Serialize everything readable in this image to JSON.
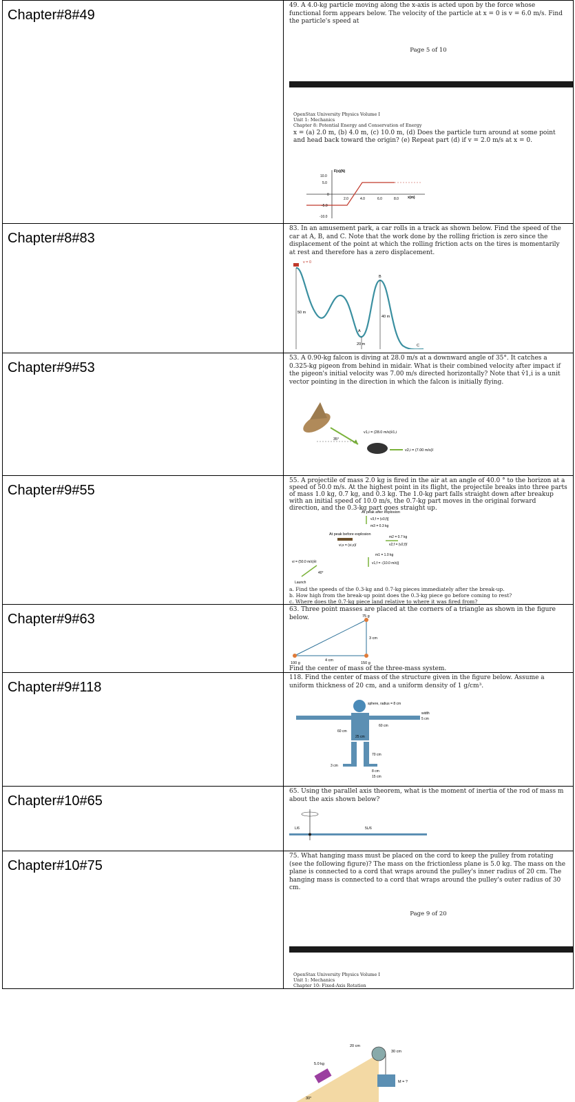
{
  "rows": [
    {
      "label": "Chapter#8#49",
      "text": "49. A 4.0-kg particle moving along the x-axis is acted upon by the force whose functional form appears below. The velocity of the particle at  x = 0  is  v = 6.0 m/s.  Find the particle's speed at",
      "page": "Page 5 of 10",
      "header": [
        "OpenStax University Physics Volume I",
        "Unit 1: Mechanics",
        "Chapter 8: Potential Energy and Conservation of Energy"
      ],
      "text2": "x = (a) 2.0 m, (b) 4.0 m, (c) 10.0 m, (d)   Does the particle turn around at some point and head back toward the origin? (e) Repeat part (d) if  v = 2.0 m/s  at x = 0.",
      "graph": {
        "ylabel": "F(x)(N)",
        "xlabel": "x(m)",
        "yticks": [
          "10.0",
          "5.0",
          "0",
          "-5.0",
          "-10.0"
        ],
        "xticks": [
          "2.0",
          "4.0",
          "6.0",
          "8.0"
        ]
      }
    },
    {
      "label": "Chapter#8#83",
      "text": "83. In an amusement park, a car rolls in a track as shown below. Find the speed of the car at A, B, and C. Note that the work done by the rolling friction is zero since the displacement of the point at which the rolling friction acts on the tires is momentarily at rest and therefore has a zero displacement.",
      "fig": {
        "v0": "v = 0",
        "h1": "50 m",
        "h2": "40 m",
        "h3": "20 m",
        "A": "A",
        "B": "B",
        "C": "C"
      }
    },
    {
      "label": "Chapter#9#53",
      "text": "53. A 0.90-kg falcon is diving at 28.0 m/s at a downward angle of  35°.  It catches a 0.325-kg pigeon from behind in midair. What is their combined velocity after impact if the pigeon's initial velocity was 7.00 m/s directed horizontally? Note that  v̂1,i  is a unit vector pointing in the direction in which the falcon is initially flying.",
      "fig": {
        "v1": "v1,i = (28.0 m/s)v̂1,i",
        "angle": "35°",
        "v2": "v2,i = (7.00 m/s)î"
      }
    },
    {
      "label": "Chapter#9#55",
      "text": "55. A projectile of mass 2.0 kg is fired in the air at an angle of 40.0 ° to the horizon at a speed of 50.0 m/s. At the highest point in its flight, the projectile breaks into three parts of mass 1.0 kg, 0.7 kg, and 0.3 kg. The 1.0-kg part falls straight down after breakup with an initial speed of 10.0 m/s, the 0.7-kg part moves in the original forward direction, and the 0.3-kg part goes straight up.",
      "fig": {
        "after": "At peak after explosion",
        "before": "At peak before explosion",
        "v3": "v3,f = (v3,f)ĵ",
        "m3": "m3 = 0.3 kg",
        "m2": "m2 = 0.7 kg",
        "v2": "v2,f = (v2,f)î",
        "vx": "vi,x = (vi,x)î",
        "m1": "m1 = 1.0 kg",
        "v1": "v1,f = -(10.0 m/s)ĵ",
        "vi": "vi = (50.0 m/s)v̂i",
        "angle": "40°",
        "launch": "Launch"
      },
      "parts": [
        "a.  Find the speeds of the 0.3-kg and 0.7-kg pieces immediately after the break-up.",
        "b.  How high from the break-up point does the 0.3-kg piece go before coming to rest?",
        "c.  Where does the 0.7-kg piece land relative to where it was fired from?"
      ]
    },
    {
      "label": "Chapter#9#63",
      "text": "63. Three point masses are placed at the corners of a triangle as shown in the figure below.",
      "fig": {
        "top": "75 g",
        "side": "3 cm",
        "base": "4 cm",
        "left": "100 g",
        "right": "150 g"
      },
      "text2": "Find the center of mass of the three-mass system."
    },
    {
      "label": "Chapter#9#118",
      "text": "118. Find the center of mass of the structure given in the figure below. Assume a uniform thickness of 20 cm, and a uniform density of  1 g/cm³.",
      "fig": {
        "sphere": "sphere, radius = 8 cm",
        "width": "width",
        "w5": "5 cm",
        "arm": "60 cm",
        "body": "60 cm",
        "bw": "25 cm",
        "leg": "70 cm",
        "foot": "3 cm",
        "gap": "8 cm",
        "fw": "15 cm"
      }
    },
    {
      "label": "Chapter#10#65",
      "text": "65. Using the parallel axis theorem, what is the moment of inertia of the rod of mass m about the axis shown below?",
      "fig": {
        "l1": "L/6",
        "l2": "5L/6"
      }
    },
    {
      "label": "Chapter#10#75",
      "text": "75. What hanging mass must be placed on the cord to keep the pulley from rotating (see the following figure)? The mass on the frictionless plane is 5.0 kg. The mass on the plane is connected to a cord that wraps around the pulley's inner radius of 20 cm. The hanging mass is connected to a cord that wraps around the pulley's outer radius of 30 cm.",
      "page": "Page 9 of 20",
      "header": [
        "OpenStax University Physics Volume I",
        "Unit 1: Mechanics",
        "Chapter 10: Fixed-Axis Rotation"
      ],
      "fig": {
        "r1": "20 cm",
        "r2": "30 cm",
        "mass": "5.0 kg",
        "hang": "M = ?",
        "angle": "30°"
      }
    }
  ]
}
